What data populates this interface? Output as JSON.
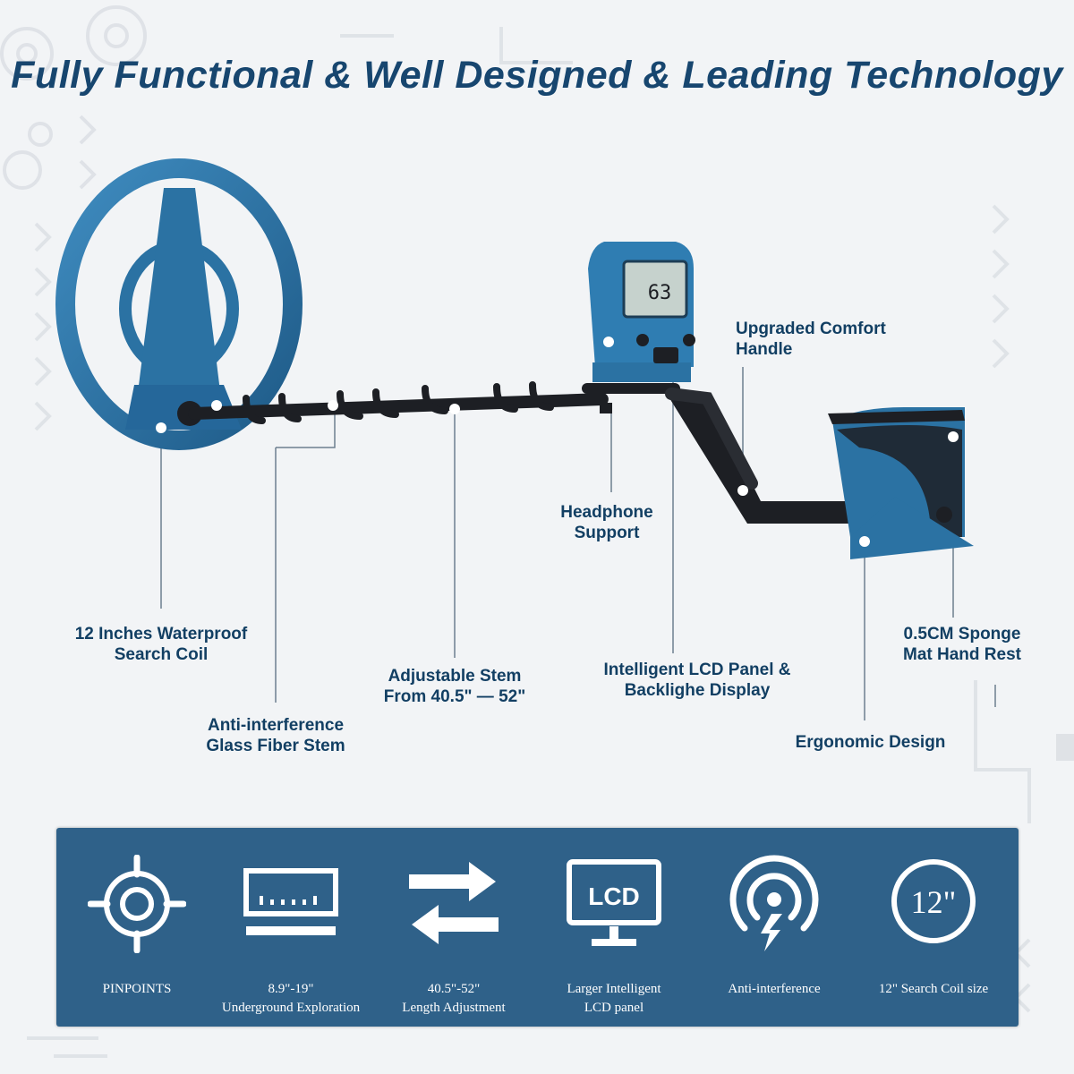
{
  "headline": "Fully Functional & Well Designed & Leading Technology",
  "colors": {
    "brand_dark": "#17466f",
    "device_blue": "#2b72a3",
    "panel_blue": "#2f6189",
    "stem_black": "#1d1f24"
  },
  "device": {
    "display_reading": "63"
  },
  "callouts": [
    {
      "id": "search-coil",
      "lines": [
        "12 Inches Waterproof",
        "Search Coil"
      ]
    },
    {
      "id": "glass-fiber-stem",
      "lines": [
        "Anti-interference",
        "Glass Fiber Stem"
      ]
    },
    {
      "id": "adjustable-stem",
      "lines": [
        "Adjustable Stem",
        "From 40.5\" — 52\""
      ]
    },
    {
      "id": "headphone-support",
      "lines": [
        "Headphone",
        "Support"
      ]
    },
    {
      "id": "lcd-panel",
      "lines": [
        "Intelligent LCD Panel &",
        "Backlighe Display"
      ]
    },
    {
      "id": "comfort-handle",
      "lines": [
        "Upgraded Comfort",
        "Handle"
      ]
    },
    {
      "id": "ergonomic-design",
      "lines": [
        "Ergonomic Design"
      ]
    },
    {
      "id": "sponge-mat",
      "lines": [
        "0.5CM Sponge",
        "Mat Hand Rest"
      ]
    }
  ],
  "features": [
    {
      "icon": "crosshair-target-icon",
      "lines": [
        "PINPOINTS"
      ]
    },
    {
      "icon": "depth-ruler-icon",
      "lines": [
        "8.9\"-19\"",
        "Underground Exploration"
      ]
    },
    {
      "icon": "swap-arrows-icon",
      "lines": [
        "40.5\"-52\"",
        "Length Adjustment"
      ]
    },
    {
      "icon": "lcd-monitor-icon",
      "lines": [
        "Larger Intelligent",
        "LCD panel"
      ],
      "icon_text": "LCD"
    },
    {
      "icon": "signal-lightning-icon",
      "lines": [
        "Anti-interference"
      ]
    },
    {
      "icon": "coil-size-icon",
      "lines": [
        "12\" Search Coil size"
      ],
      "icon_text": "12\""
    }
  ]
}
